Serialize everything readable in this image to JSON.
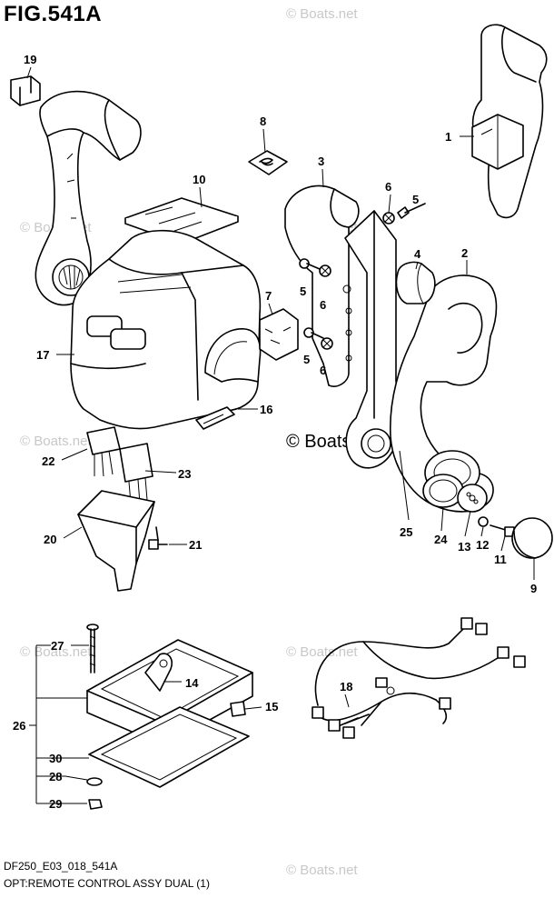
{
  "figure": {
    "title": "FIG.541A",
    "footer_code": "DF250_E03_018_541A",
    "footer_desc": "OPT:REMOTE CONTROL ASSY DUAL (1)",
    "watermark": "© Boats.net"
  },
  "callouts": [
    "19",
    "8",
    "10",
    "3",
    "6",
    "5",
    "1",
    "4",
    "2",
    "7",
    "5",
    "6",
    "5",
    "6",
    "17",
    "16",
    "22",
    "23",
    "20",
    "21",
    "25",
    "24",
    "13",
    "12",
    "11",
    "9",
    "27",
    "14",
    "15",
    "26",
    "30",
    "28",
    "29",
    "18"
  ]
}
